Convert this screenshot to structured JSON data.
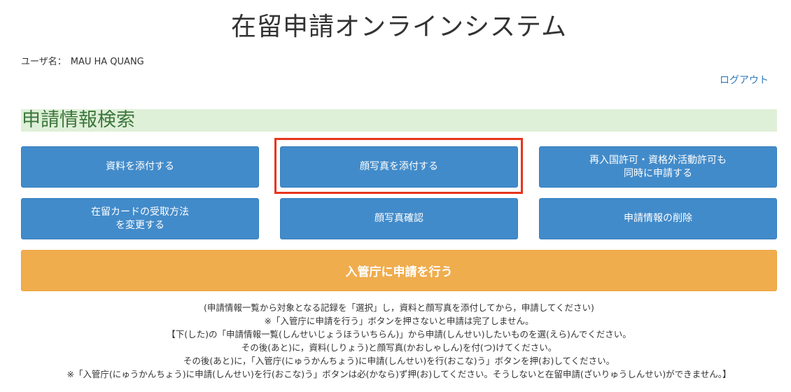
{
  "header": {
    "title": "在留申請オンラインシステム",
    "user_label": "ユーザ名：",
    "user_name": "MAU HA QUANG",
    "logout_label": "ログアウト"
  },
  "section": {
    "heading": "申請情報検索"
  },
  "buttons": {
    "attach_documents": "資料を添付する",
    "attach_photo": "顔写真を添付する",
    "reentry_permit": "再入国許可・資格外活動許可も\n同時に申請する",
    "change_card_receipt": "在留カードの受取方法\nを変更する",
    "confirm_photo": "顔写真確認",
    "delete_application": "申請情報の削除",
    "submit_application": "入管庁に申請を行う"
  },
  "colors": {
    "primary": "#428bca",
    "warning": "#f0ad4e",
    "heading_bg": "#dff0d8",
    "heading_text": "#3c763d",
    "highlight": "#e8341c",
    "link": "#337ab7"
  },
  "notes": [
    "(申請情報一覧から対象となる記録を「選択」し，資料と顔写真を添付してから，申請してください)",
    "※「入管庁に申請を行う」ボタンを押さないと申請は完了しません。",
    "【下(した)の「申請情報一覧(しんせいじょうほういちらん)」から申請(しんせい)したいものを選(えら)んでください。",
    "その後(あと)に，資料(しりょう)と顔写真(かおしゃしん)を付(つ)けてください。",
    "その後(あと)に，「入管庁(にゅうかんちょう)に申請(しんせい)を行(おこな)う」ボタンを押(お)してください。",
    "※「入管庁(にゅうかんちょう)に申請(しんせい)を行(おこな)う」ボタンは必(かなら)ず押(お)してください。そうしないと在留申請(ざいりゅうしんせい)ができません。】"
  ]
}
